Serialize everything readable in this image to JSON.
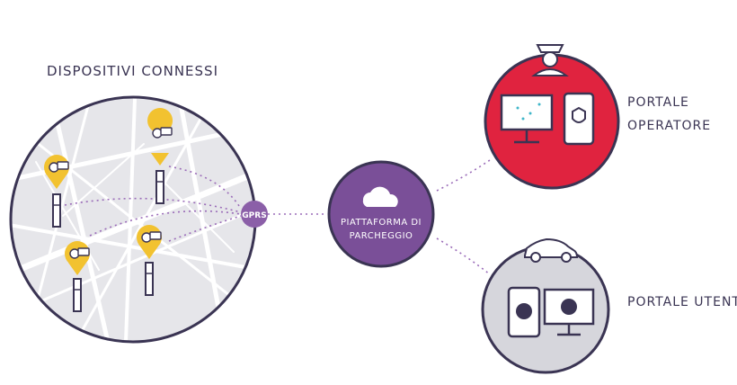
{
  "sections": {
    "devices_title": "DISPOSITIVI CONNESSI",
    "gprs_label": "GPRS",
    "platform_label_line1": "PIATTAFORMA DI",
    "platform_label_line2": "PARCHEGGIO",
    "operator_portal_line1": "PORTALE",
    "operator_portal_line2": "OPERATORE",
    "user_portal": "PORTALE UTENTE"
  },
  "icons": {
    "map": "city-map-icon",
    "meter_pin": "parking-meter-pin-icon",
    "cloud": "cloud-icon",
    "officer": "police-officer-icon",
    "car": "car-icon",
    "monitor": "monitor-icon",
    "phone": "smartphone-icon"
  },
  "colors": {
    "ink": "#3a3453",
    "map_bg": "#e6e6ea",
    "street": "#ffffff",
    "gprs": "#8b5fa8",
    "platform": "#7a4f98",
    "operator": "#e0233f",
    "user": "#d6d6dc",
    "pin": "#f2c230",
    "dotted": "#9a6bb8"
  }
}
